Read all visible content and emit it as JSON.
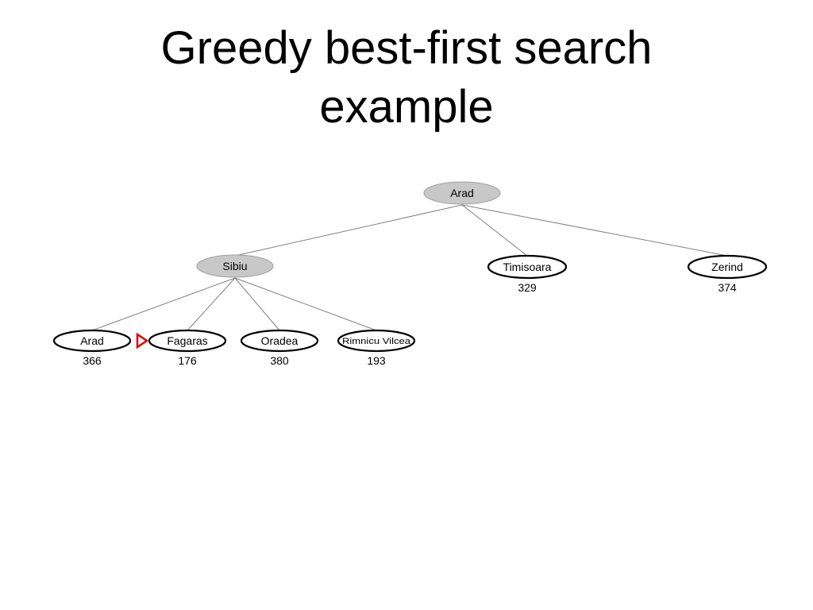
{
  "slide": {
    "title_line1": "Greedy best-first search",
    "title_line2": "example"
  },
  "tree": {
    "colors": {
      "expanded_fill": "#c8c8c8",
      "frontier_fill": "#ffffff",
      "edge": "#808080",
      "marker": "#e00000"
    },
    "nodes": {
      "root_arad": {
        "label": "Arad",
        "state": "expanded"
      },
      "sibiu": {
        "label": "Sibiu",
        "state": "expanded"
      },
      "timisoara": {
        "label": "Timisoara",
        "value": "329",
        "state": "frontier"
      },
      "zerind": {
        "label": "Zerind",
        "value": "374",
        "state": "frontier"
      },
      "arad_leaf": {
        "label": "Arad",
        "value": "366",
        "state": "frontier"
      },
      "fagaras": {
        "label": "Fagaras",
        "value": "176",
        "state": "frontier",
        "selected_next": true
      },
      "oradea": {
        "label": "Oradea",
        "value": "380",
        "state": "frontier"
      },
      "rimnicu_vilcea": {
        "label": "Rimnicu Vilcea",
        "value": "193",
        "state": "frontier"
      }
    }
  }
}
